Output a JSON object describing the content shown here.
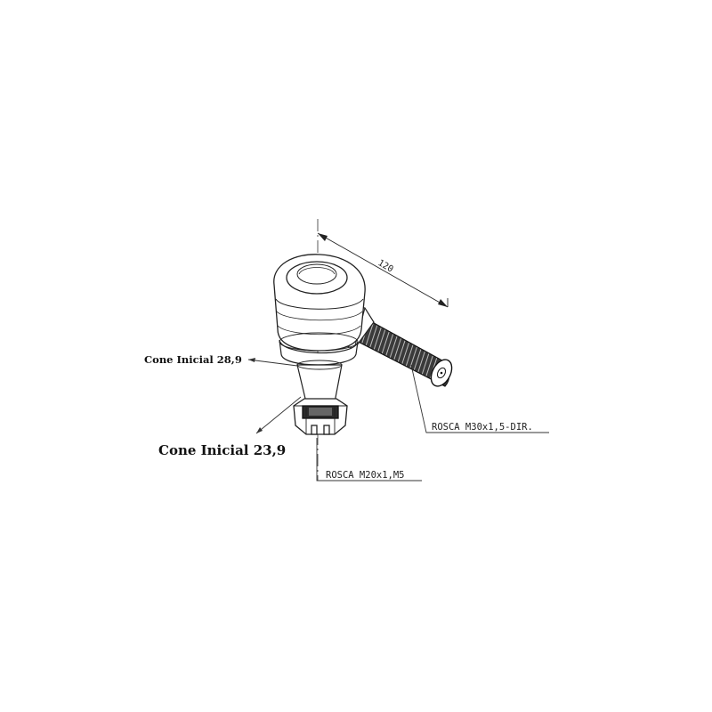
{
  "dimension": {
    "value": "120"
  },
  "callouts": {
    "cone_upper": "Cone Inicial 28,9",
    "cone_lower": "Cone Inicial 23,9",
    "thread_shank": "ROSCA M30x1,5-DIR.",
    "thread_stud": "ROSCA M20x1,M5"
  },
  "colors": {
    "line": "#2a2a2a",
    "thread": "#1a1a1a",
    "paper": "#ffffff"
  }
}
